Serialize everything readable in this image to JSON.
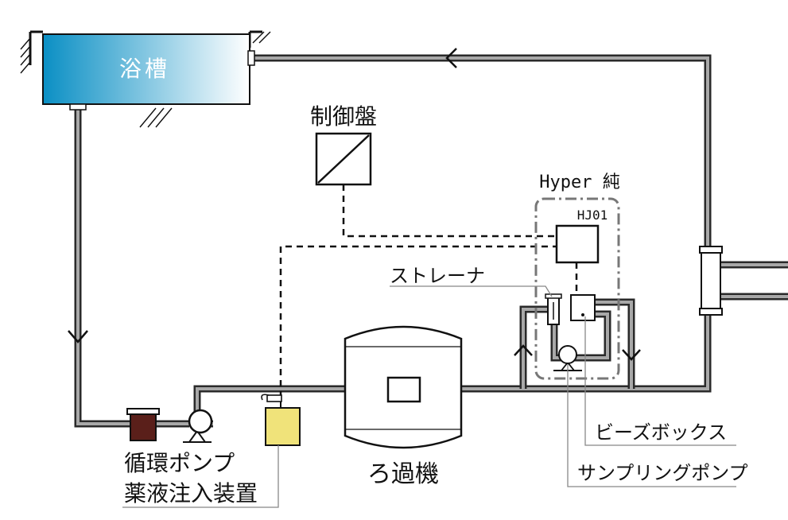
{
  "labels": {
    "bathtub": "浴槽",
    "control_panel": "制御盤",
    "hyper_jun": "Hyper 純",
    "hj01": "HJ01",
    "strainer": "ストレーナ",
    "filter": "ろ過機",
    "circulation_pump": "循環ポンプ",
    "chemical_injector": "薬液注入装置",
    "bead_box": "ビーズボックス",
    "sampling_pump": "サンプリングポンプ"
  },
  "colors": {
    "pipe_outer": "#2a2a2a",
    "pipe_inner": "#a8a8a8",
    "tank_top": "#0a8fc4",
    "tank_bottom": "#ffffff",
    "pump_body": "#5a1f1a",
    "injector_fill": "#f0e37a",
    "dashdot": "#777777"
  }
}
